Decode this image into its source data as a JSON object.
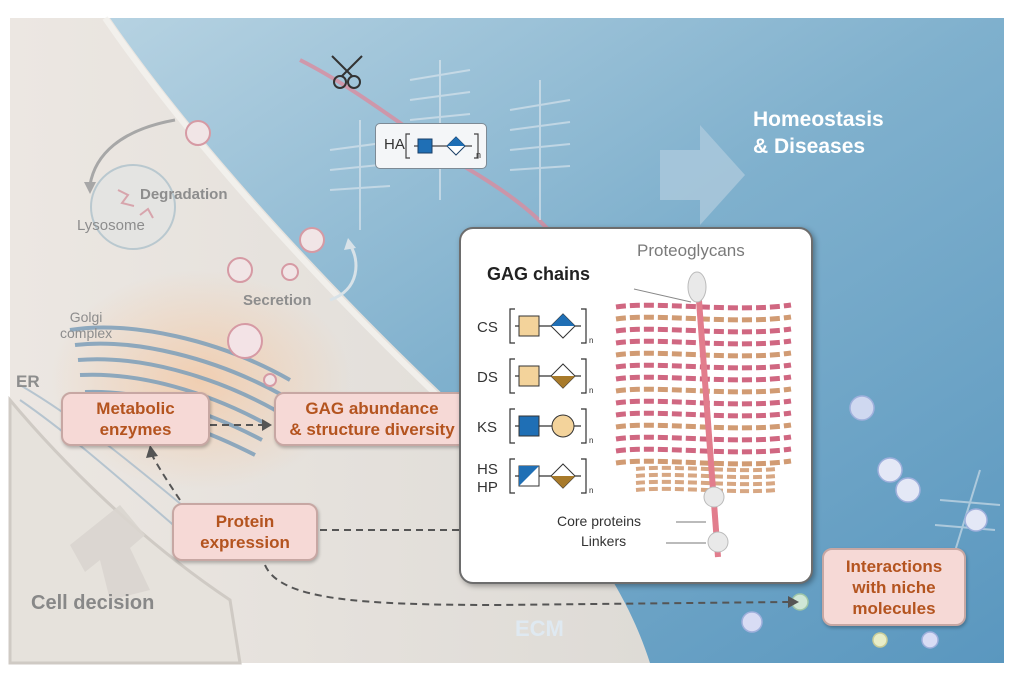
{
  "labels": {
    "homeostasis": [
      "Homeostasis",
      "& Diseases"
    ],
    "degradation": "Degradation",
    "lysosome": "Lysosome",
    "secretion": "Secretion",
    "golgi": [
      "Golgi",
      "complex"
    ],
    "er": "ER",
    "cell_decision": "Cell decision",
    "ecm": "ECM",
    "ha": "HA",
    "n": "n"
  },
  "boxes": {
    "metabolic": [
      "Metabolic",
      "enzymes"
    ],
    "gag_abundance": [
      "GAG abundance",
      "& structure diversity"
    ],
    "protein_expression": [
      "Protein",
      "expression"
    ],
    "interactions": [
      "Interactions",
      "with niche",
      "molecules"
    ]
  },
  "panel": {
    "title": "Proteoglycans",
    "gag_chains": "GAG chains",
    "types": [
      "CS",
      "DS",
      "KS",
      "HS",
      "HP"
    ],
    "core_proteins": "Core proteins",
    "linkers": "Linkers"
  },
  "colors": {
    "box_fill": "#f6d9d6",
    "box_text": "#b4541f",
    "square_yellow": "#f3d39b",
    "diamond_blue": "#1f6fb5",
    "diamond_brown": "#a87a2a",
    "chain_pink": "#c84c6b"
  }
}
